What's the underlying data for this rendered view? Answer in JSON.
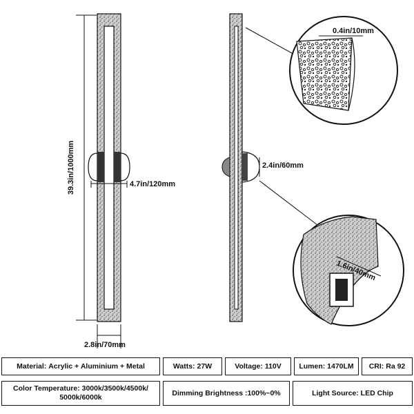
{
  "dimensions": {
    "height": "39.3in/1000mm",
    "mount_width": "4.7in/120mm",
    "body_width": "2.8in/70mm",
    "side_depth": "2.4in/60mm",
    "detail_top": "0.4in/10mm",
    "detail_bottom": "1.6in/40mm"
  },
  "specs": {
    "row1": [
      {
        "label": "Material:",
        "value": "Acrylic + Aluminium + Metal"
      },
      {
        "label": "Watts:",
        "value": "27W"
      },
      {
        "label": "Voltage:",
        "value": "110V"
      },
      {
        "label": "Lumen:",
        "value": "1470LM"
      },
      {
        "label": "CRI:",
        "value": "Ra 92"
      }
    ],
    "row2": [
      {
        "label": "Color Temperature:",
        "value": "3000k/3500k/4500k/ 5000k/6000k"
      },
      {
        "label": "Dimming Brightness :",
        "value": "100%~0%"
      },
      {
        "label": "Light Source:",
        "value": "LED  Chip"
      }
    ]
  }
}
